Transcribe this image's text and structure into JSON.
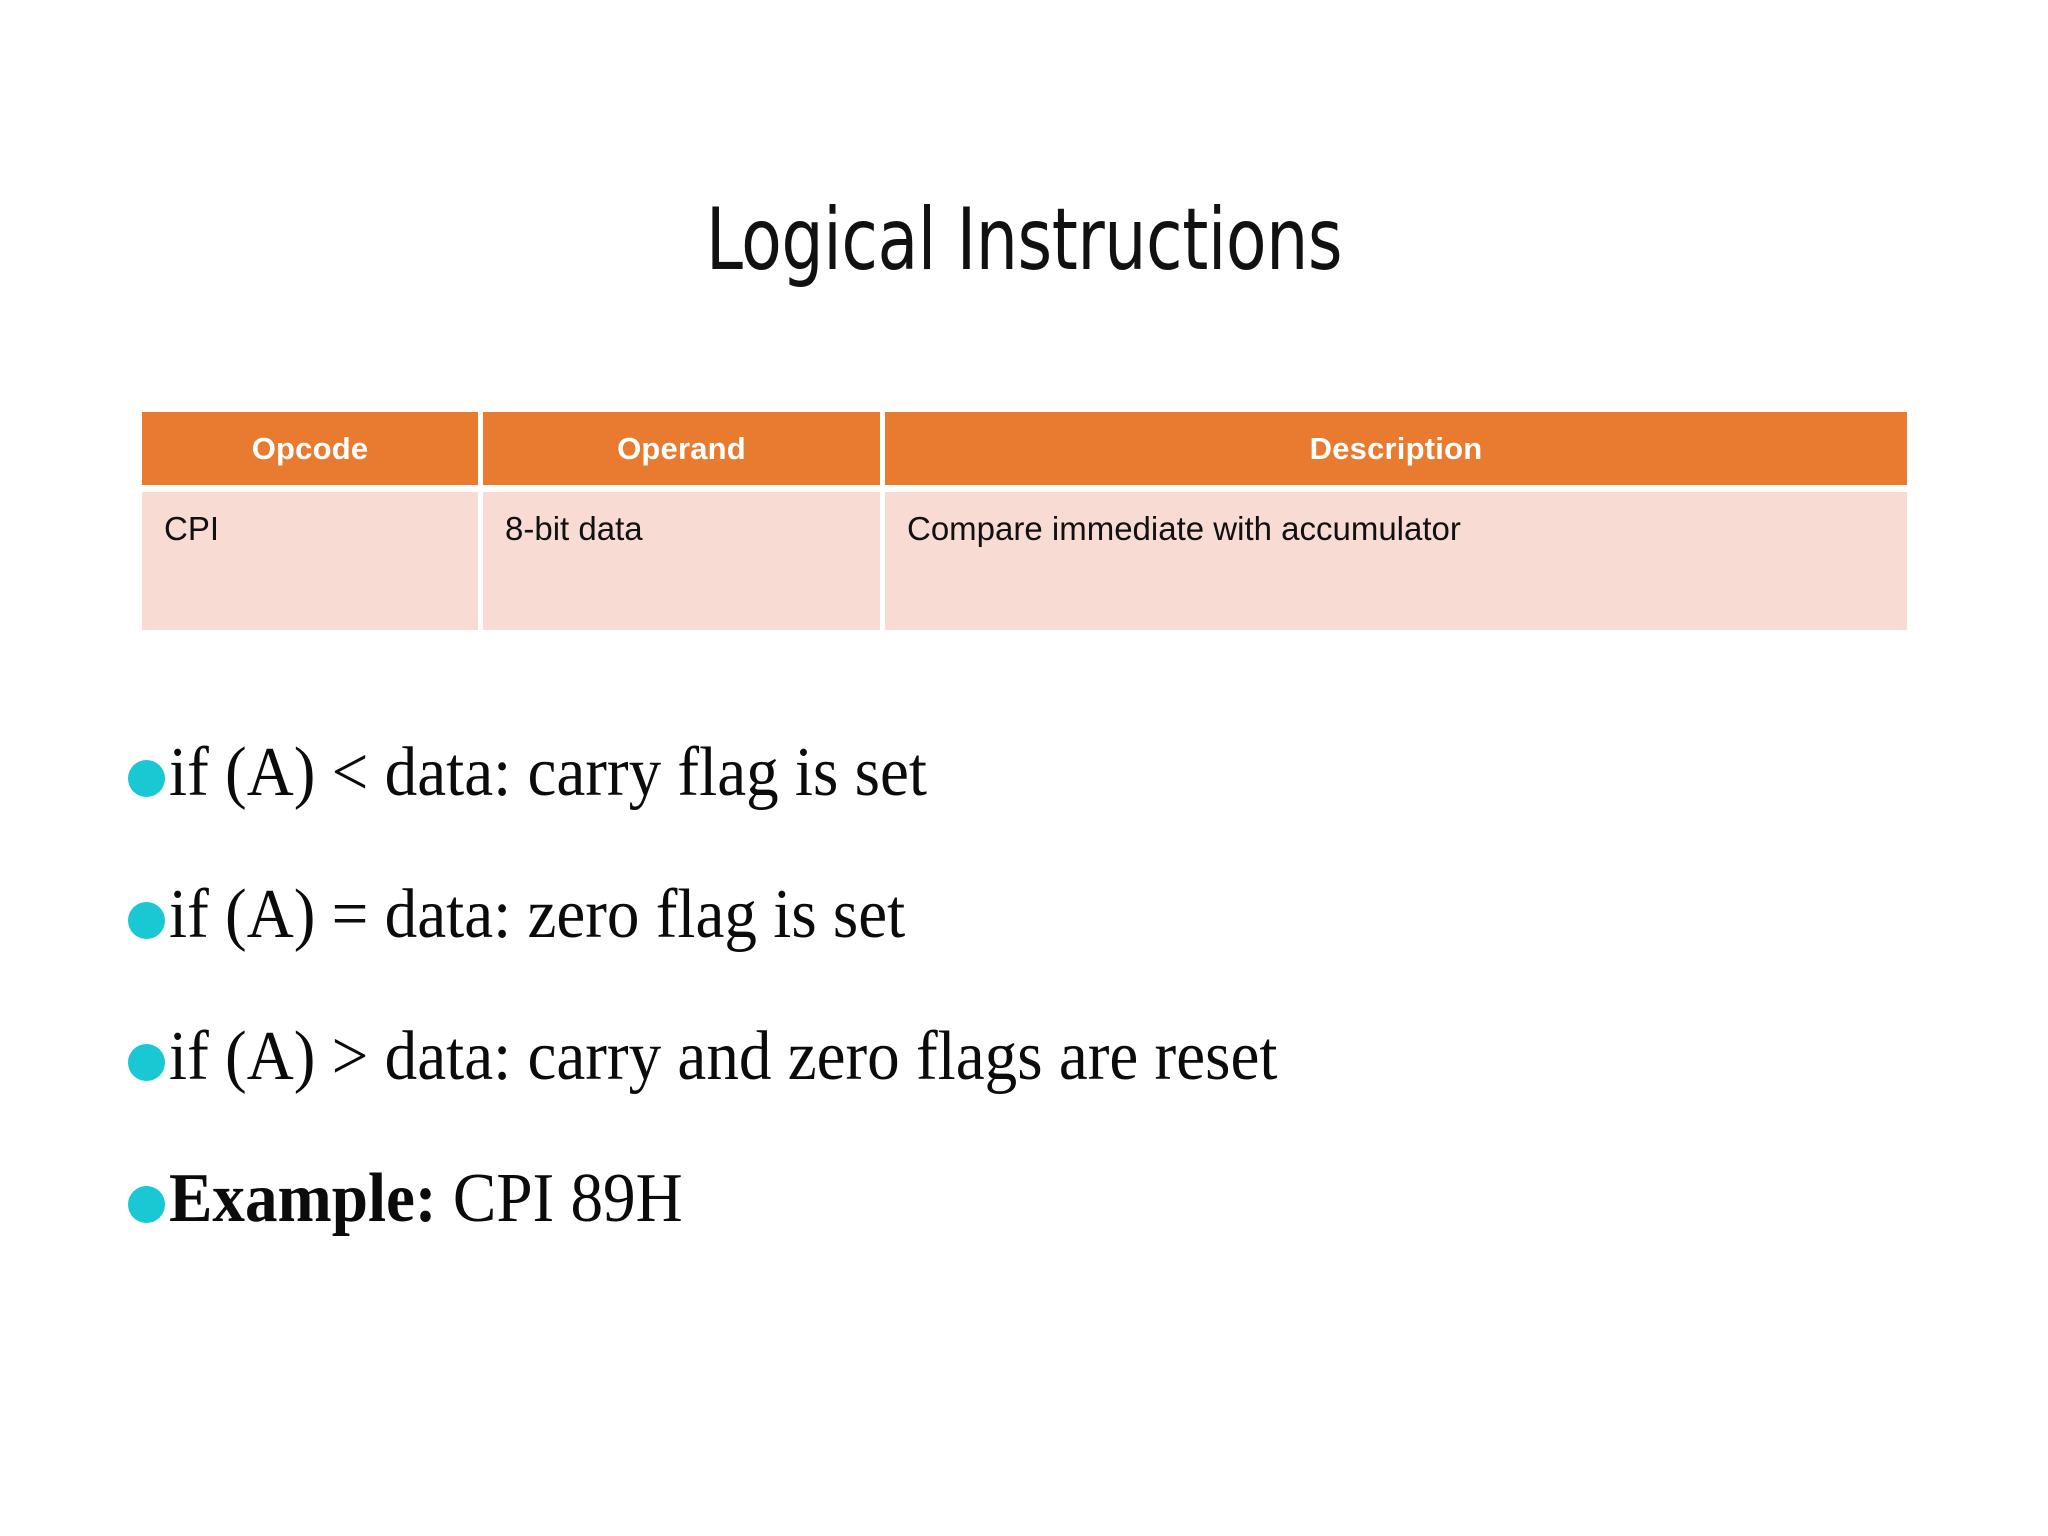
{
  "slide": {
    "title": "Logical Instructions",
    "background_color": "#FFFFFF"
  },
  "theme": {
    "table_header_color": "#E87B30",
    "table_row_color": "#F8DBD3",
    "bullet_color": "#1AC8D4",
    "text_color": "#111111",
    "header_text_color": "#FFFFFF"
  },
  "table": {
    "columns": [
      "Opcode",
      "Operand",
      "Description"
    ],
    "rows": [
      {
        "opcode": "CPI",
        "operand": "8-bit data",
        "description": "Compare immediate with accumulator"
      }
    ]
  },
  "bullets": [
    {
      "lead": "",
      "text": "if (A) < data: carry flag is set"
    },
    {
      "lead": "",
      "text": "if (A) = data: zero flag is set"
    },
    {
      "lead": "",
      "text": "if (A) > data: carry and zero flags are reset"
    },
    {
      "lead": "Example:",
      "text": " CPI 89H"
    }
  ]
}
